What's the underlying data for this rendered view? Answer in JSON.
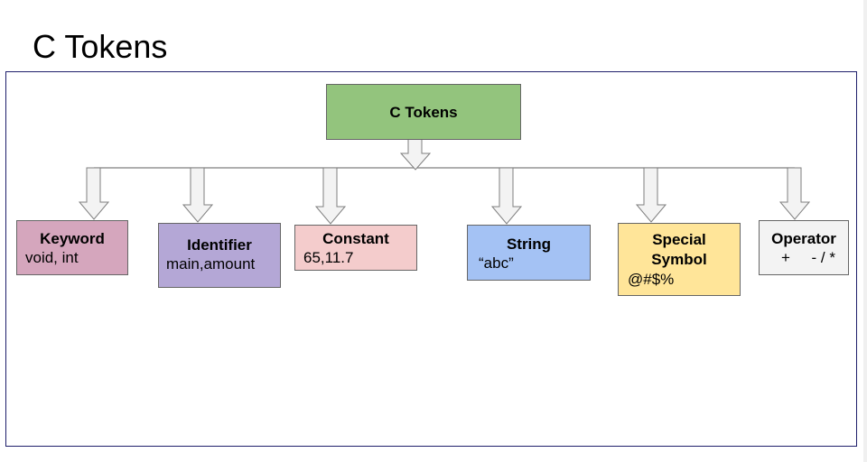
{
  "slide": {
    "title": "C Tokens"
  },
  "diagram": {
    "root": {
      "title": "C Tokens"
    },
    "categories": [
      {
        "title": "Keyword",
        "example": "void, int",
        "color": "#d5a6bd"
      },
      {
        "title": "Identifier",
        "example": "main,amount",
        "color": "#b4a7d6"
      },
      {
        "title": "Constant",
        "example": "65,11.7",
        "color": "#f4cccc"
      },
      {
        "title": "String",
        "example": "“abc”",
        "color": "#a4c2f4"
      },
      {
        "title": "Special Symbol",
        "example": "@#$%",
        "color": "#ffe599"
      },
      {
        "title": "Operator",
        "example": "+     - / *",
        "color": "#f3f3f3"
      }
    ],
    "root_color": "#93c47d",
    "connector_color": "#7f7f7f"
  }
}
